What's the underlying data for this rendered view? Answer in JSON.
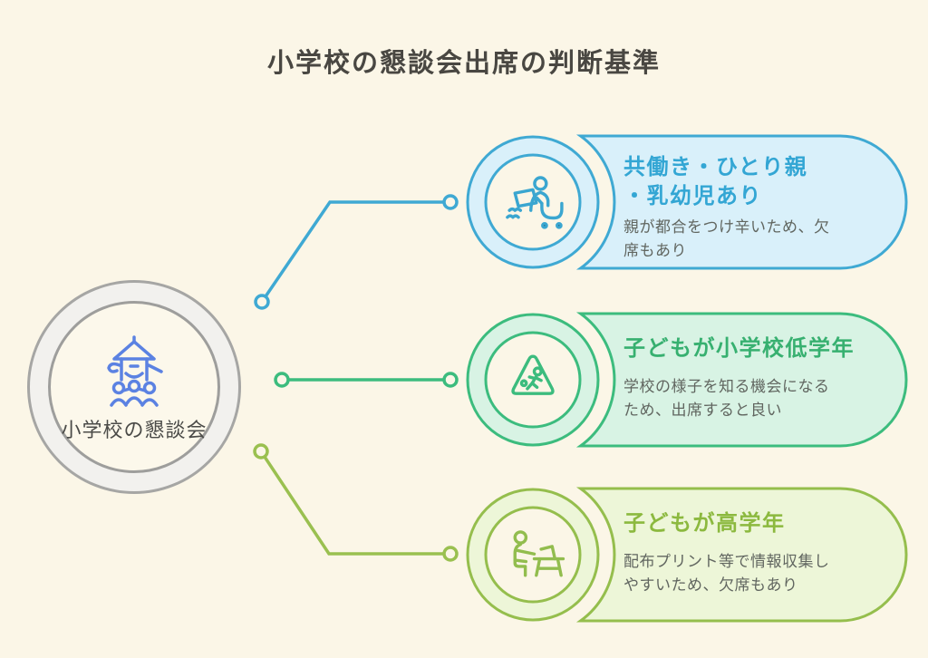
{
  "page": {
    "title": "小学校の懇談会出席の判断基準",
    "background_color": "#fbf6e7"
  },
  "center_node": {
    "label": "小学校の懇談会",
    "icon": "school-icon",
    "icon_color": "#5b82e2",
    "ring_color": "#a6a6a4"
  },
  "branches": [
    {
      "id": "dual-income-parents",
      "icon": "working-parent-icon",
      "title": "共働き・ひとり親\n・乳幼児あり",
      "description": "親が都合をつけ辛いため、欠\n席もあり",
      "accent_color": "#3fa9d3",
      "fill_color": "#d9f0fa",
      "title_color": "#33a6d4"
    },
    {
      "id": "lower-grades",
      "icon": "child-caution-icon",
      "title": "子どもが小学校低学年",
      "description": "学校の様子を知る機会になる\nため、出席すると良い",
      "accent_color": "#3cbc7e",
      "fill_color": "#d8f3e4",
      "title_color": "#37b070"
    },
    {
      "id": "upper-grades",
      "icon": "studying-child-icon",
      "title": "子どもが高学年",
      "description": "配布プリント等で情報収集し\nやすいため、欠席もあり",
      "accent_color": "#95be4d",
      "fill_color": "#edf6d8",
      "title_color": "#8cb93f"
    }
  ]
}
